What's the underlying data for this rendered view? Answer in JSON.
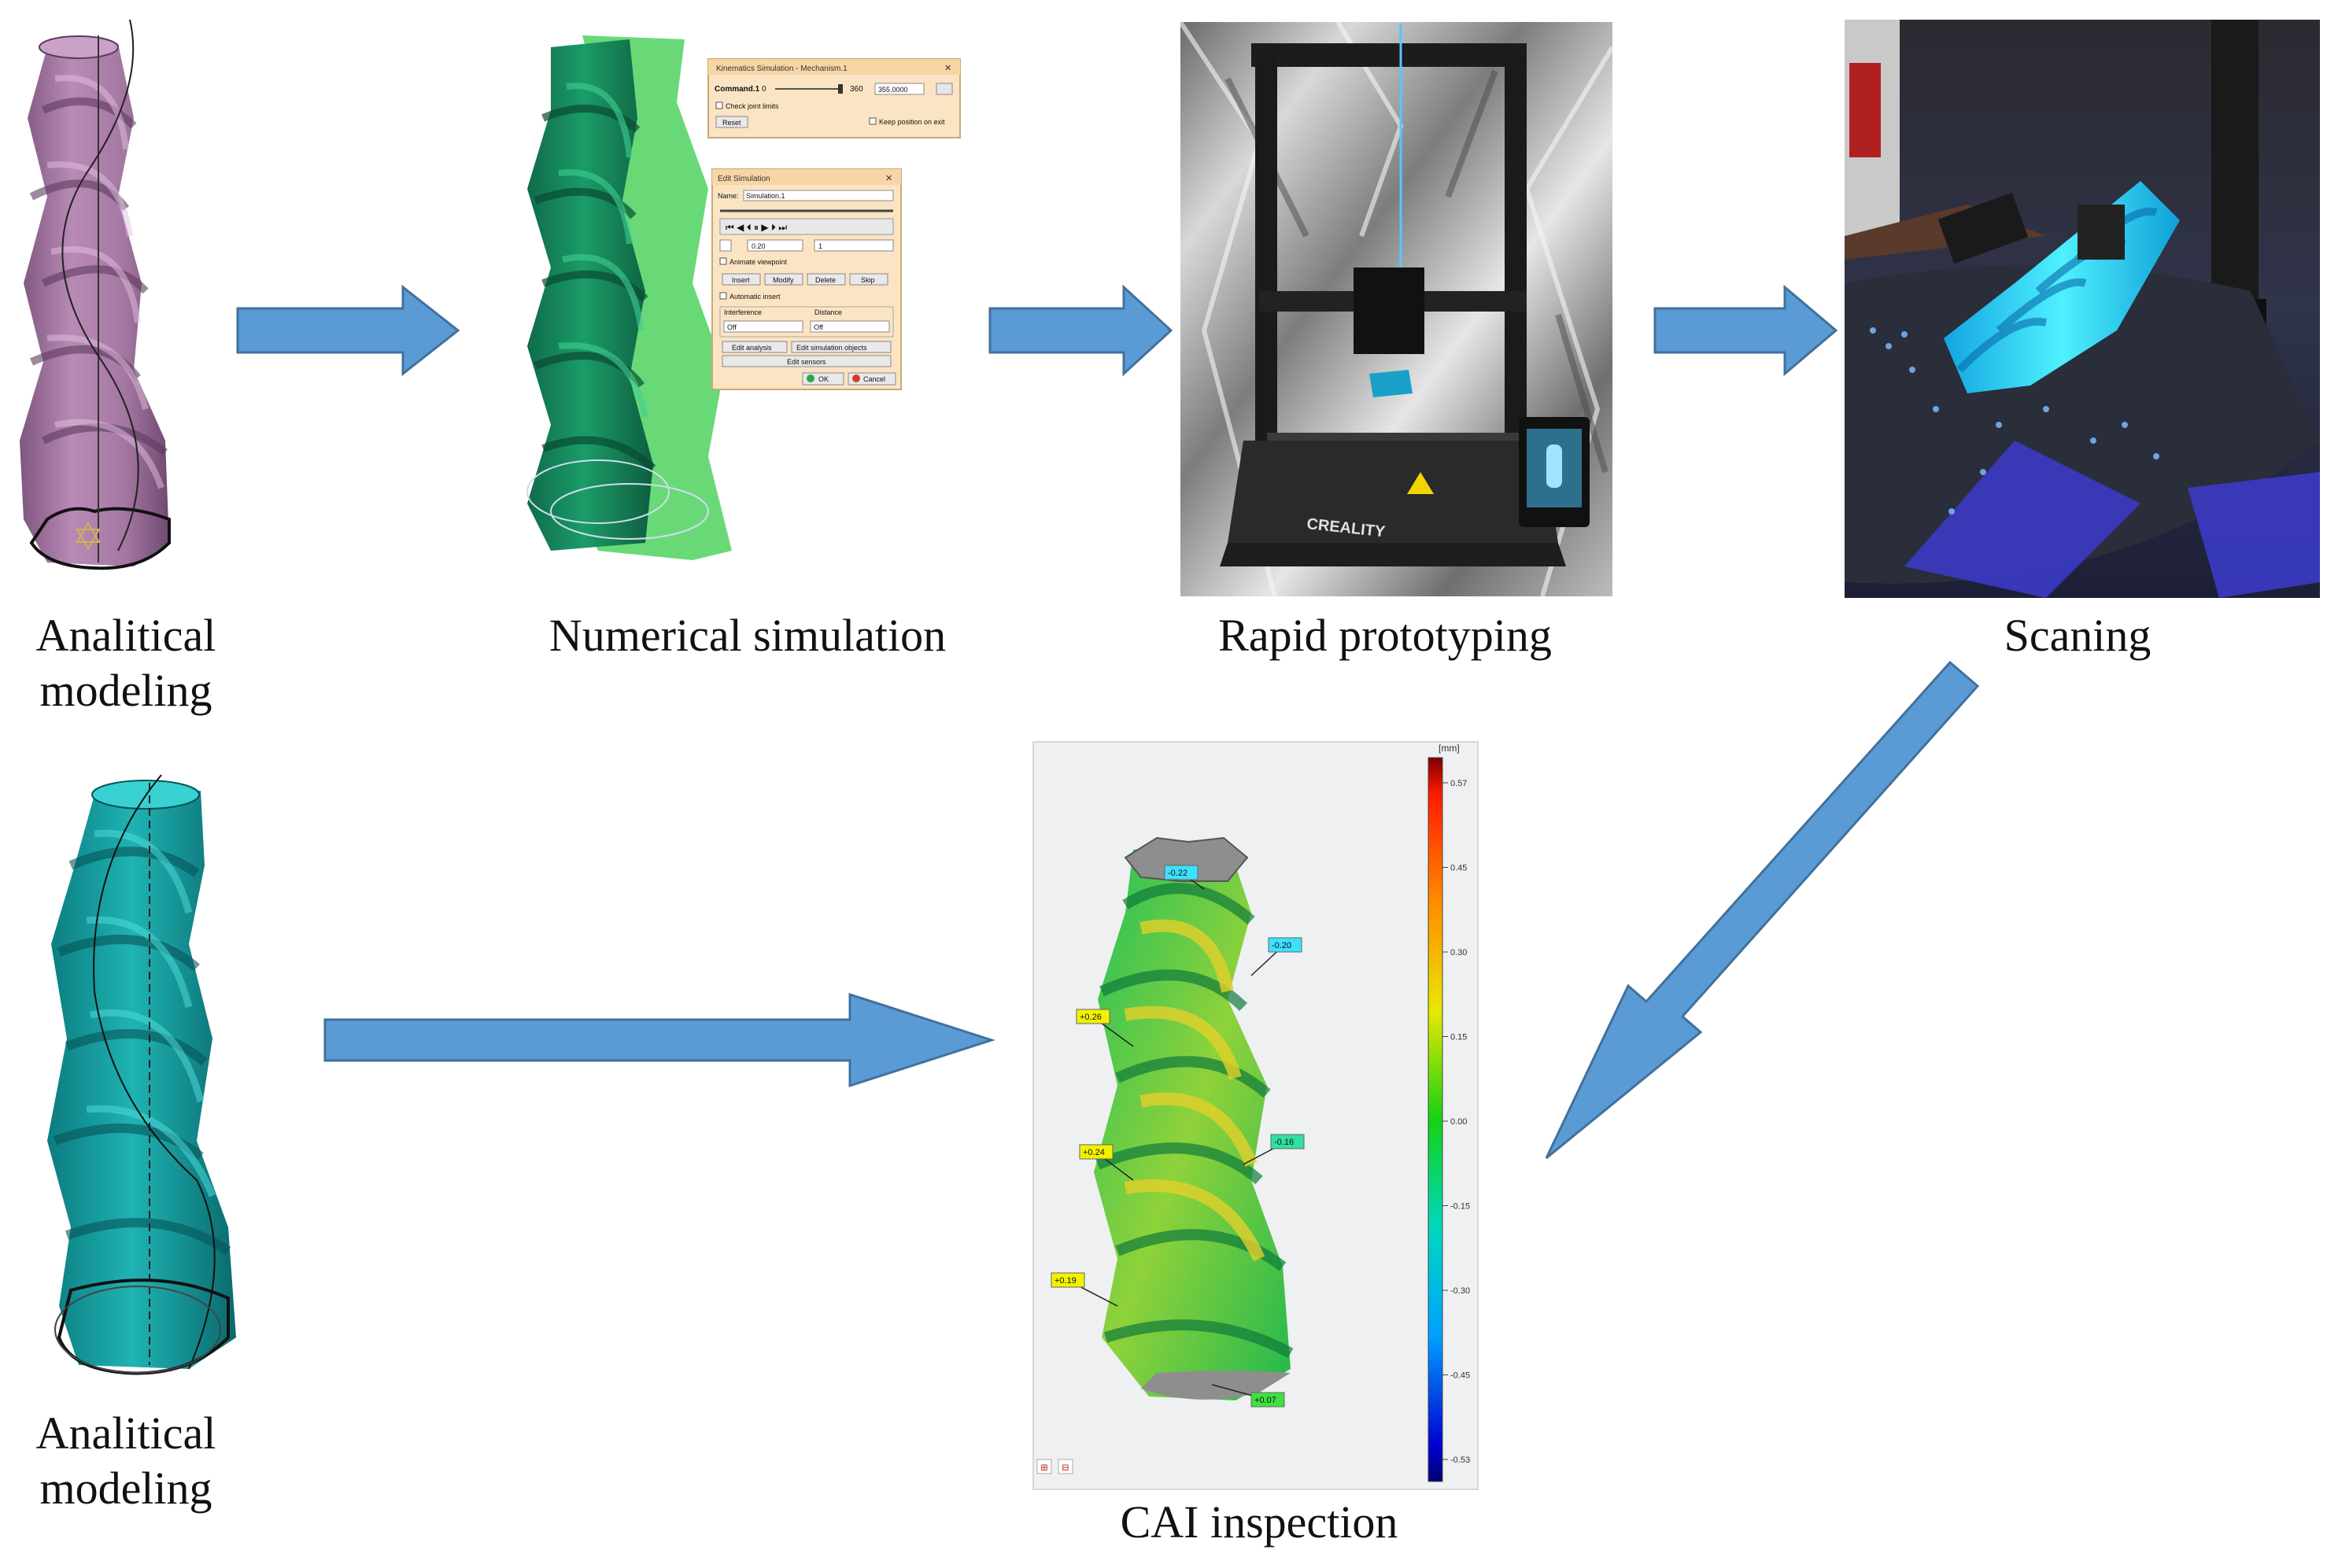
{
  "labels": {
    "analytical_modeling_top_line1": "Analitical",
    "analytical_modeling_top_line2": "modeling",
    "numerical_simulation": "Numerical simulation",
    "rapid_prototyping": "Rapid prototyping",
    "scanning": "Scaning",
    "analytical_modeling_bottom_line1": "Analitical",
    "analytical_modeling_bottom_line2": "modeling",
    "cai_inspection": "CAI inspection"
  },
  "colors": {
    "arrow_fill": "#5b9bd5",
    "arrow_stroke": "#41719c",
    "model_purple": "#a77aa5",
    "model_green": "#1aa36a",
    "model_teal": "#19a6a6",
    "scan_cyan": "#20d6f0"
  },
  "simulation_dialog": {
    "title1": "Kinematics Simulation - Mechanism.1",
    "command_label": "Command.1",
    "command_min": "0",
    "command_max": "360",
    "command_value": "355.0000",
    "check_joint_limits": "Check joint limits",
    "reset": "Reset",
    "keep_position": "Keep position on exit",
    "title2": "Edit Simulation",
    "name_label": "Name:",
    "name_value": "Simulation.1",
    "step_value": "0.20",
    "step_count": "1",
    "animate_viewpoint": "Animate viewpoint",
    "insert": "Insert",
    "modify": "Modify",
    "delete": "Delete",
    "skip": "Skip",
    "automatic_insert": "Automatic insert",
    "interference": "Interference",
    "distance": "Distance",
    "interference_value": "Off",
    "distance_value": "Off",
    "edit_analysis": "Edit analysis",
    "edit_sim_objects": "Edit simulation objects",
    "edit_sensors": "Edit sensors",
    "ok": "OK",
    "cancel": "Cancel"
  },
  "printer_brand": "CREALITY",
  "cai_colorbar": {
    "unit": "[mm]",
    "ticks": [
      "0.57",
      "0.45",
      "0.30",
      "0.15",
      "0.00",
      "-0.15",
      "-0.30",
      "-0.45",
      "-0.53"
    ]
  },
  "cai_callouts": [
    "-0.22",
    "-0.20",
    "+0.26",
    "+0.24",
    "-0.16",
    "+0.19",
    "+0.07"
  ]
}
